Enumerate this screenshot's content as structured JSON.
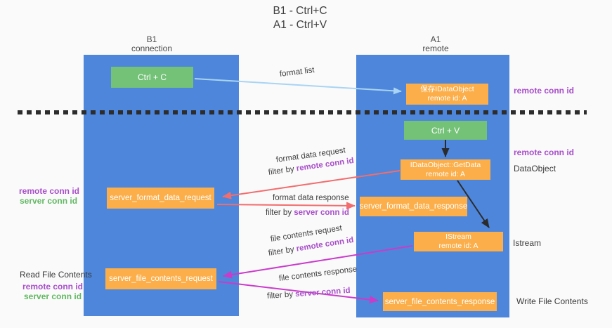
{
  "title": {
    "line1": "B1 - Ctrl+C",
    "line2": "A1 - Ctrl+V"
  },
  "columns": {
    "left": {
      "name": "B1",
      "role": "connection"
    },
    "right": {
      "name": "A1",
      "role": "remote"
    }
  },
  "boxes": {
    "ctrl_c": {
      "label": "Ctrl + C"
    },
    "ctrl_v": {
      "label": "Ctrl + V"
    },
    "save_dataobject": {
      "line1": "保存IDataObject",
      "line2": "remote id: A"
    },
    "getdata": {
      "line1": "IDataObject::GetData",
      "line2": "remote id: A"
    },
    "istream": {
      "line1": "IStream",
      "line2": "remote id: A"
    },
    "format_request": {
      "label": "server_format_data_request"
    },
    "format_response": {
      "label": "server_format_data_response"
    },
    "file_request": {
      "label": "server_file_contents_request"
    },
    "file_response": {
      "label": "server_file_contents_response"
    }
  },
  "labels": {
    "format_list": "format list",
    "format_data_request": "format data request",
    "format_data_response": "format data response",
    "file_contents_request": "file contents request",
    "file_contents_response": "file contents response",
    "filter_by": "filter by ",
    "remote_conn_id": "remote conn id",
    "server_conn_id": "server conn id",
    "dataobject": "DataObject",
    "istream": "Istream",
    "read_file_contents": "Read File Contents",
    "write_file_contents": "Write File Contents"
  },
  "colors": {
    "column_blue": "#4d86da",
    "box_green": "#74c178",
    "box_orange": "#fbae49",
    "arrow_lightblue": "#a9d4f3",
    "arrow_red": "#f26d6d",
    "arrow_magenta": "#ca3bca",
    "arrow_black": "#2b2b2b",
    "text_purple": "#a84fc8",
    "text_green": "#62b862",
    "dashed_line": "#2d2d2d",
    "background": "#fafafb"
  }
}
